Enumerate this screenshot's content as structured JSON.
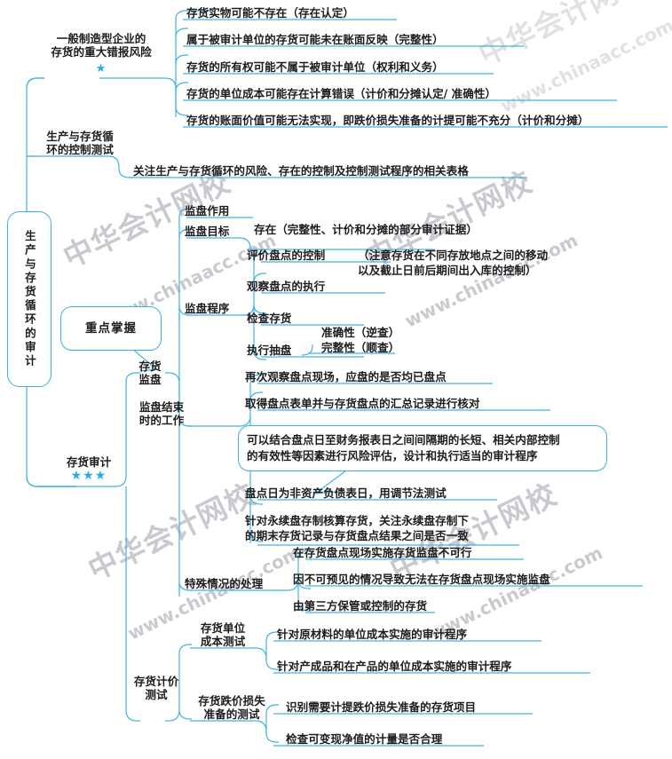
{
  "meta": {
    "accent_line": "#44b3e0",
    "accent_star": "#29ace3",
    "text_color": "#1d1d1f",
    "watermark_color": "#c9c9cf",
    "background": "#ffffff"
  },
  "watermarks": [
    {
      "text": "中华会计网校"
    },
    {
      "text": "www.chinaacc.com"
    }
  ],
  "root": {
    "label": "生产与存货循环的审计",
    "vertical_chars": [
      "生",
      "产",
      "与",
      "存",
      "货",
      "循",
      "环",
      "的",
      "审",
      "计"
    ]
  },
  "callouts": [
    {
      "label": "重点掌握",
      "points_to": "存货监盘"
    },
    {
      "label": "可以结合盘点日至财务报表日之间间隔期的长短、相关内部控制\n的有效性等因素进行风险评估，设计和执行适当的审计程序",
      "points_to": "监盘结束时的工作"
    }
  ],
  "branches": [
    {
      "id": "risk",
      "label": "一般制造型企业的\n存货的重大错报风险",
      "stars": "★",
      "star_count": 1,
      "children": [
        {
          "label": "存货实物可能不存在（存在认定）"
        },
        {
          "label": "属于被审计单位的存货可能未在账面反映（完整性）"
        },
        {
          "label": "存货的所有权可能不属于被审计单位（权利和义务）"
        },
        {
          "label": "存货的单位成本可能存在计算错误（计价和分摊认定/ 准确性）"
        },
        {
          "label": "存货的账面价值可能无法实现，即跌价损失准备的计提可能不充分（计价和分摊）"
        }
      ]
    },
    {
      "id": "control-test",
      "label": "生产与存货循\n环的控制测试",
      "stars": "",
      "star_count": 0,
      "children": [
        {
          "label": "关注生产与存货循环的风险、存在的控制及控制测试程序的相关表格"
        }
      ]
    },
    {
      "id": "inventory-audit",
      "label": "存货审计",
      "stars": "★★★",
      "star_count": 3,
      "children": [
        {
          "id": "supervision",
          "label": "存货\n监盘",
          "children": [
            {
              "label": "监盘作用",
              "children": []
            },
            {
              "label": "监盘目标",
              "children": [
                {
                  "label": "存在（完整性、计价和分摊的部分审计证据）"
                }
              ]
            },
            {
              "label": "监盘程序",
              "children": [
                {
                  "label": "评价盘点的控制",
                  "note": "（注意存货在不同存放地点之间的移动\n以及截止日前后期间出入库的控制）"
                },
                {
                  "label": "观察盘点的执行"
                },
                {
                  "label": "检查存货"
                },
                {
                  "label": "执行抽盘",
                  "note": "准确性（逆查）\n完整性（顺查）"
                }
              ]
            },
            {
              "label": "监盘结束\n时的工作",
              "children": [
                {
                  "label": "再次观察盘点现场，应盘的是否均已盘点"
                },
                {
                  "label": "取得盘点表单并与存货盘点的汇总记录进行核对"
                },
                {
                  "label": "可以结合盘点日至财务报表日之间间隔期的长短、相关内部控制\n的有效性等因素进行风险评估，设计和执行适当的审计程序",
                  "boxed": true
                },
                {
                  "label": "盘点日为非资产负债表日，用调节法测试"
                },
                {
                  "label": "针对永续盘存制核算存货，关注永续盘存制下\n的期末存货记录与存货盘点结果之间是否一致"
                }
              ]
            },
            {
              "label": "特殊情况的处理",
              "children": [
                {
                  "label": "在存货盘点现场实施存货监盘不可行"
                },
                {
                  "label": "因不可预见的情况导致无法在存货盘点现场实施监盘"
                },
                {
                  "label": "由第三方保管或控制的存货"
                }
              ]
            }
          ]
        },
        {
          "id": "valuation",
          "label": "存货计价\n测试",
          "children": [
            {
              "label": "存货单位\n成本测试",
              "children": [
                {
                  "label": "针对原材料的单位成本实施的审计程序"
                },
                {
                  "label": "针对产成品和在产品的单位成本实施的审计程序"
                }
              ]
            },
            {
              "label": "存货跌价损失\n准备的测试",
              "children": [
                {
                  "label": "识别需要计提跌价损失准备的存货项目"
                },
                {
                  "label": "检查可变现净值的计量是否合理"
                }
              ]
            }
          ]
        }
      ]
    }
  ]
}
